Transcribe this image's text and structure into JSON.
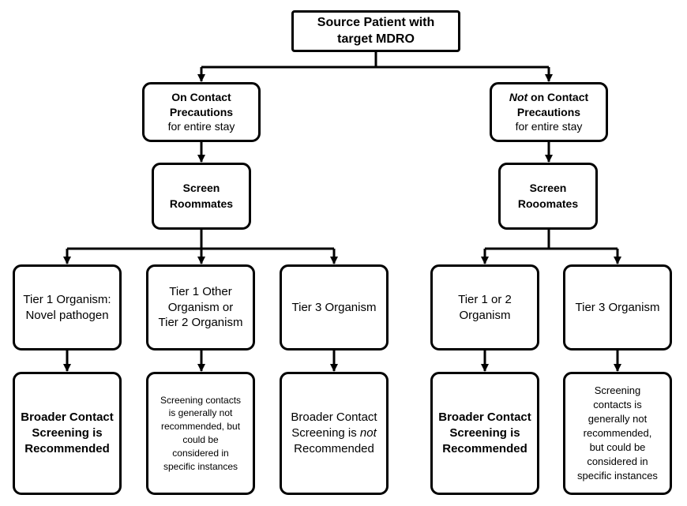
{
  "source": {
    "line1": "Source Patient with",
    "line2": "target MDRO"
  },
  "left_branch": {
    "header": {
      "line1": "On Contact",
      "line2": "Precautions",
      "line3": "for entire stay"
    },
    "screen": {
      "line1": "Screen",
      "line2": "Roommates"
    },
    "tier_a": {
      "label": {
        "line1": "Tier 1 Organism:",
        "line2": "Novel pathogen"
      },
      "result": {
        "line1": "Broader Contact",
        "line2": "Screening is",
        "line3": "Recommended"
      }
    },
    "tier_b": {
      "label": {
        "line1": "Tier 1 Other",
        "line2": "Organism or",
        "line3": "Tier 2 Organism"
      },
      "result": {
        "line1": "Screening contacts",
        "line2": "is generally not",
        "line3": "recommended, but",
        "line4": "could be",
        "line5": "considered in",
        "line6": "specific instances"
      }
    },
    "tier_c": {
      "label": {
        "line1": "Tier 3 Organism"
      },
      "result": {
        "line1": "Broader Contact",
        "line2a": "Screening is ",
        "line2b": "not",
        "line3": "Recommended"
      }
    }
  },
  "right_branch": {
    "header": {
      "line1a": "Not",
      "line1b": " on Contact",
      "line2": "Precautions",
      "line3": "for entire stay"
    },
    "screen": {
      "line1": "Screen",
      "line2": "Rooomates"
    },
    "tier_a": {
      "label": {
        "line1": "Tier 1 or 2",
        "line2": "Organism"
      },
      "result": {
        "line1": "Broader Contact",
        "line2": "Screening is",
        "line3": "Recommended"
      }
    },
    "tier_b": {
      "label": {
        "line1": "Tier 3 Organism"
      },
      "result": {
        "line1": "Screening",
        "line2": "contacts is",
        "line3": "generally not",
        "line4": "recommended,",
        "line5": "but could be",
        "line6": "considered in",
        "line7": "specific instances"
      }
    }
  },
  "colors": {
    "stroke": "#000000",
    "background": "#ffffff"
  }
}
